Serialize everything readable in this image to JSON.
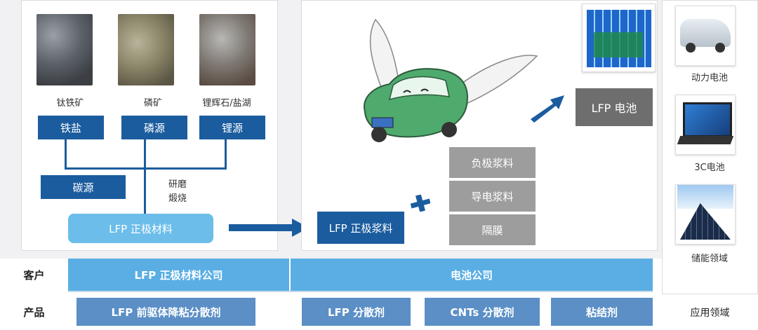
{
  "ores": [
    {
      "label": "钛铁矿"
    },
    {
      "label": "磷矿"
    },
    {
      "label": "锂辉石/盐湖"
    }
  ],
  "sources": [
    {
      "label": "铁盐"
    },
    {
      "label": "磷源"
    },
    {
      "label": "锂源"
    }
  ],
  "carbon_source": "碳源",
  "process_lines": [
    "研磨",
    "煅烧"
  ],
  "cathode_material": "LFP 正极材料",
  "cathode_slurry": "LFP 正极浆料",
  "components": [
    "负极浆料",
    "导电浆料",
    "隔膜"
  ],
  "battery": "LFP 电池",
  "applications": [
    {
      "label": "动力电池",
      "icon": "car-image-icon"
    },
    {
      "label": "3C电池",
      "icon": "laptop-image-icon"
    },
    {
      "label": "储能领域",
      "icon": "solar-panel-image-icon"
    }
  ],
  "table": {
    "customer_label": "客户",
    "product_label": "产品",
    "customers": [
      "LFP 正极材料公司",
      "电池公司"
    ],
    "products": [
      "LFP 前驱体降粘分散剂",
      "LFP 分散剂",
      "CNTs 分散剂",
      "粘结剂"
    ],
    "application_label": "应用领域"
  },
  "colors": {
    "dark_blue": "#1b5c9e",
    "light_blue": "#6cbde9",
    "band_blue": "#5aaee4",
    "mid_blue": "#5b8fc6",
    "grey": "#9d9d9d",
    "dark_grey": "#6e6e6e"
  }
}
